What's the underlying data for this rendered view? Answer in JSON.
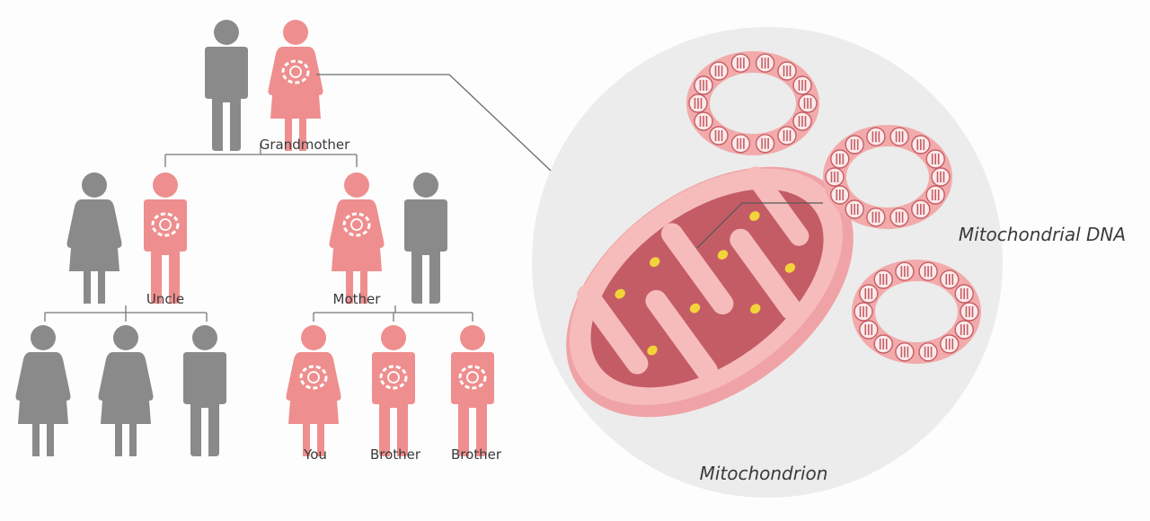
{
  "labels": {
    "grandmother": "Grandmother",
    "uncle": "Uncle",
    "mother": "Mother",
    "you": "You",
    "brother_1": "Brother",
    "brother_2": "Brother",
    "mitochondrion": "Mitochondrion",
    "mitochondrial_dna": "Mitochondrial DNA"
  },
  "colors": {
    "carrier": "#ef8e8e",
    "non_carrier": "#8a8a8a",
    "mito_outer": "#f6b9b9",
    "mito_inner": "#c75a64",
    "dna_ring": "#f2aaaa",
    "dna_dot": "#f2d43a",
    "zoom_circle": "#ececec",
    "connector": "#6b6b6b"
  },
  "family_tree": {
    "generations": [
      {
        "name": "grandparents",
        "members": [
          {
            "gender": "male",
            "carrier": false
          },
          {
            "gender": "female",
            "carrier": true,
            "label_key": "grandmother"
          }
        ]
      },
      {
        "name": "parents",
        "members": [
          {
            "gender": "female",
            "carrier": false
          },
          {
            "gender": "male",
            "carrier": true,
            "label_key": "uncle"
          },
          {
            "gender": "female",
            "carrier": true,
            "label_key": "mother"
          },
          {
            "gender": "male",
            "carrier": false
          }
        ]
      },
      {
        "name": "children",
        "members": [
          {
            "gender": "female",
            "carrier": false
          },
          {
            "gender": "female",
            "carrier": false
          },
          {
            "gender": "male",
            "carrier": false
          },
          {
            "gender": "female",
            "carrier": true,
            "label_key": "you"
          },
          {
            "gender": "male",
            "carrier": true,
            "label_key": "brother_1"
          },
          {
            "gender": "male",
            "carrier": true,
            "label_key": "brother_2"
          }
        ]
      }
    ]
  }
}
